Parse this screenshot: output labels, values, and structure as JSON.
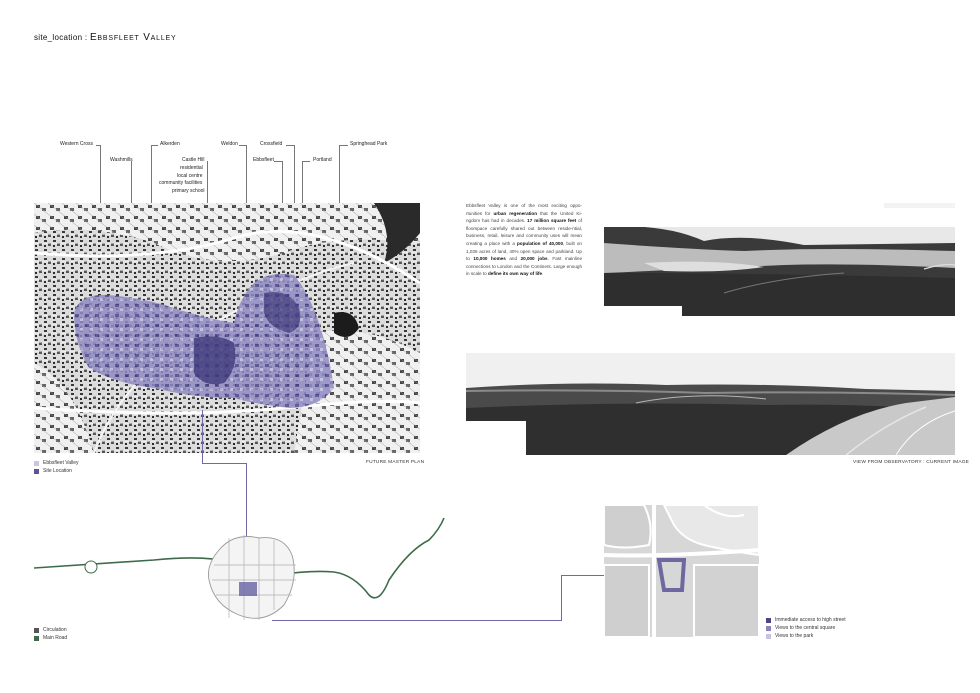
{
  "title": {
    "prefix": "site_location : ",
    "name": "Ebbsfleet Valley"
  },
  "place_labels": {
    "western_cross": "Western Cross",
    "alkerden": "Alkerden",
    "washmills": "Washmills",
    "castle_hill": "Castle Hill",
    "castle_hill_residential": "residential",
    "castle_hill_local_centre": "local centre",
    "castle_hill_community": "community facilities",
    "castle_hill_primary": "primary school",
    "weldon": "Weldon",
    "crossfield": "Crossfield",
    "ebbsfleet": "Ebbsfleet",
    "portland": "Portland",
    "springhead_park": "Springhead Park"
  },
  "description": {
    "t1": "Ebbsfleet Valley is one of the most exciting oppo-rtunities for ",
    "b1": "urban regeneration",
    "t2": " that the United Ki-ngdom has had in decades. ",
    "b2": "17 million square feet",
    "t3": " of floorspace carefully shared out between reside-ntial, business, retail, leisure and community uses will mean creating a place with a ",
    "b3": "population of 40,000",
    "t4": ", built on 1,035 acres of land, 40% open space and parkland. Up to ",
    "b4": "10,000 homes",
    "t5": " and ",
    "b5": "20,000 jobs",
    "t6": ". Fast mainline connections to London and the Continent. Large enough in scale to ",
    "b6": "define its own way of life",
    "t7": "."
  },
  "captions": {
    "master_plan": "FUTURE MASTER PLAN",
    "observatory": "VIEW FROM OBSERVATORY : CURRENT IMAGE"
  },
  "legend_map": [
    {
      "label": "Ebbsfleet Valley",
      "color": "#c9c6e3"
    },
    {
      "label": "Site Location",
      "color": "#5b5596"
    }
  ],
  "legend_circulation": [
    {
      "label": "Circulation",
      "color": "#555555"
    },
    {
      "label": "Main Road",
      "color": "#3f6b4a"
    }
  ],
  "legend_site": [
    {
      "label": "Immediate access to high street",
      "color": "#4a4585"
    },
    {
      "label": "Views to the central square",
      "color": "#8a85c0"
    },
    {
      "label": "Views to the park",
      "color": "#c6c3e3"
    }
  ],
  "colors": {
    "accent": "#5b5596",
    "road": "#3f6b4a"
  }
}
